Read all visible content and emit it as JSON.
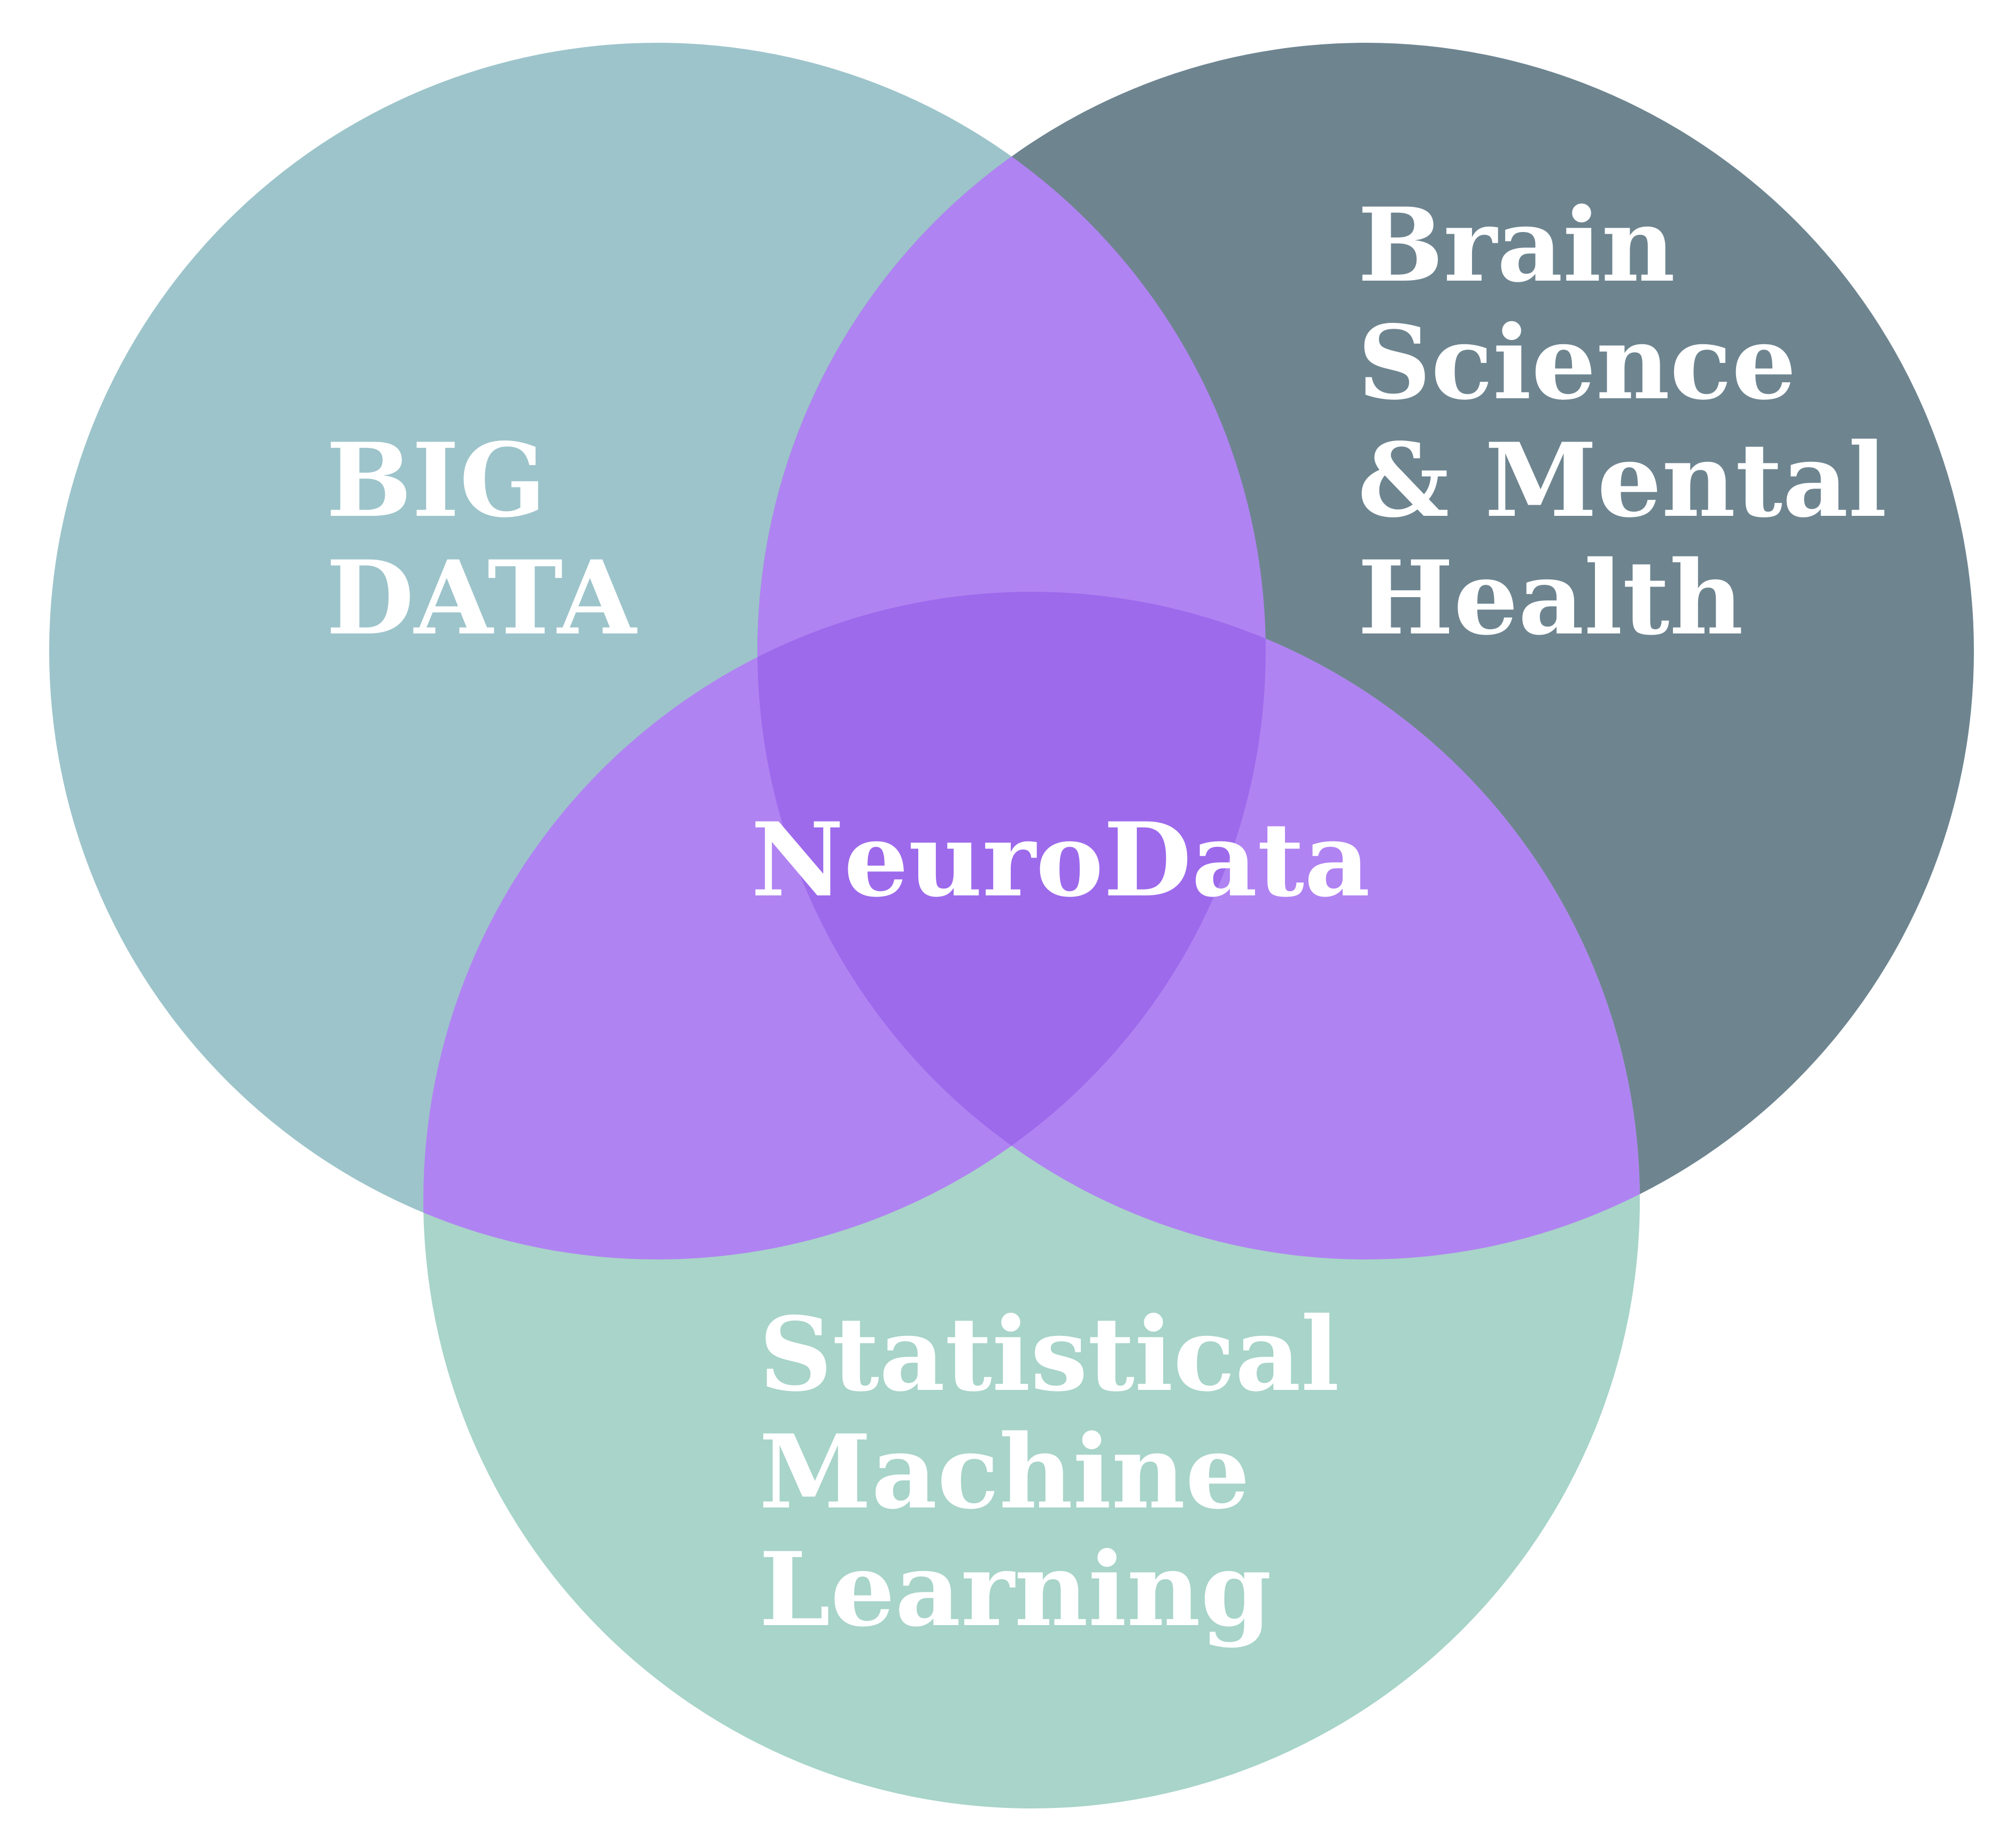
{
  "diagram": {
    "type": "venn",
    "colors": {
      "background": "#ffffff",
      "label_text": "#ffffff",
      "big_data_only": "#9dc4cb",
      "brain_science_only": "#6e8590",
      "machine_learning_only": "#a8d4c9",
      "pairwise_overlap": "#b083f2",
      "triple_overlap": "#9d6aec"
    },
    "sets": [
      {
        "id": "big_data",
        "label_lines": [
          "BIG",
          "DATA"
        ]
      },
      {
        "id": "brain_science",
        "label_lines": [
          "Brain",
          "Science",
          "& Mental",
          "Health"
        ]
      },
      {
        "id": "machine_learning",
        "label_lines": [
          "Statistical",
          "Machine",
          "Learning"
        ]
      }
    ],
    "center_label": "NeuroData"
  }
}
